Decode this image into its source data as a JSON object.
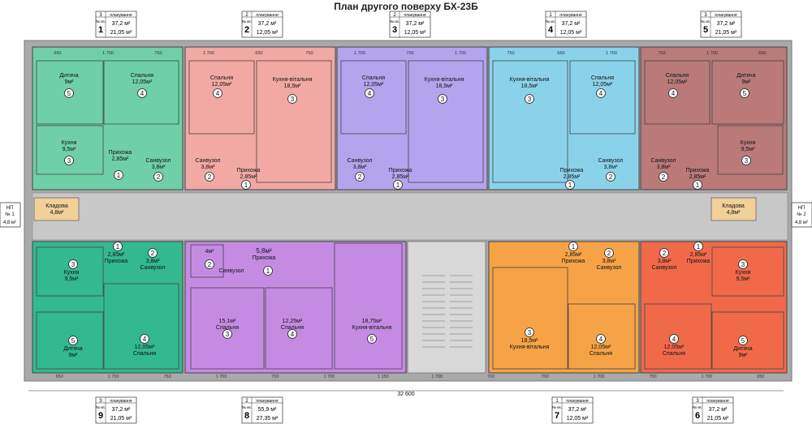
{
  "title": "План другого поверху БХ-23Б",
  "labels": {
    "apt_no": "№ кв.",
    "layout": "планування",
    "kitchen": "Кухня",
    "bedroom": "Спальня",
    "kids": "Дитяча",
    "hall": "Прихожа",
    "bath": "Санвузол",
    "kitchen_living": "Кухня-вітальня",
    "storage": "Кладова",
    "np": "НП"
  },
  "apartments": [
    {
      "no": "1",
      "layout": "3",
      "area1": "37,2 м²",
      "area2": "21,05 м²",
      "color": "#6fcfa8"
    },
    {
      "no": "2",
      "layout": "2",
      "area1": "37,2 м²",
      "area2": "12,05 м²",
      "color": "#f2a9a3"
    },
    {
      "no": "3",
      "layout": "2",
      "area1": "37,2 м²",
      "area2": "12,05 м²",
      "color": "#b4a4ee"
    },
    {
      "no": "4",
      "layout": "1",
      "area1": "37,2 м²",
      "area2": "12,05 м²",
      "color": "#8ad2ea"
    },
    {
      "no": "5",
      "layout": "3",
      "area1": "37,2 м²",
      "area2": "21,05 м²",
      "color": "#b97a78"
    },
    {
      "no": "6",
      "layout": "3",
      "area1": "37,2 м²",
      "area2": "21,05 м²",
      "color": "#f06a4a"
    },
    {
      "no": "7",
      "layout": "1",
      "area1": "37,2 м²",
      "area2": "12,05 м²",
      "color": "#f6a347"
    },
    {
      "no": "8",
      "layout": "2",
      "area1": "55,9 м²",
      "area2": "27,35 м²",
      "color": "#c58be3"
    },
    {
      "no": "9",
      "layout": "3",
      "area1": "37,2 м²",
      "area2": "21,05 м²",
      "color": "#33b88f"
    }
  ],
  "areas": {
    "kids": "9м²",
    "bed_12_05": "12,05м²",
    "bed_12_25": "12,25м²",
    "bed_15_1": "15,1м²",
    "kitchen_9_5": "9,5м²",
    "kl_18_5": "18,5м²",
    "kl_18_75": "18,75м²",
    "hall": "2,85м²",
    "bath": "3,8м²",
    "small_4": "4м²",
    "hall_5_8": "5,8м²",
    "storage": "4,8м²"
  },
  "np": [
    {
      "no": "№ 1",
      "area": "4,8 м²"
    },
    {
      "no": "№ 2",
      "area": "4,8 м²"
    }
  ],
  "overall_dim": "32 600",
  "dims": {
    "top_row": [
      "650",
      "1 700",
      "750",
      "1 700",
      "650",
      "750",
      "1 700",
      "700",
      "1 700",
      "750",
      "650",
      "1 700",
      "750",
      "1 700",
      "650"
    ],
    "bottom_row": [
      "650",
      "1 700",
      "750",
      "1 700",
      "700",
      "1 700",
      "1 150",
      "1 700",
      "700",
      "700",
      "1 700",
      "750",
      "1 700",
      "650"
    ]
  },
  "colors": {
    "corridor": "#c8c8c8",
    "wall": "#a9a9a9",
    "storage": "#f2d09a",
    "stairs": "#d8d8d8"
  }
}
